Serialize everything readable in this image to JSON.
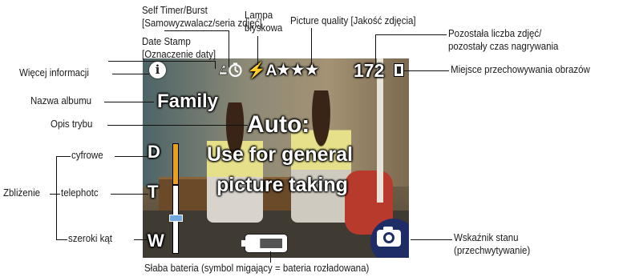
{
  "labels": {
    "self_timer": [
      "Self Timer/Burst",
      "[Samowyzwalacz/seria zdjęć]"
    ],
    "date_stamp": [
      "Date Stamp",
      "[Oznaczenie daty]"
    ],
    "more_info": "Więcej informacji",
    "flash": [
      "Lampa",
      "błyskowa"
    ],
    "quality": "Picture quality [Jakość zdjęcia]",
    "remaining": [
      "Pozostała liczba zdjęć/",
      "pozostały czas nagrywania"
    ],
    "storage": "Miejsce przechowywania obrazów",
    "album": "Nazwa albumu",
    "mode_desc": "Opis trybu",
    "digital": "cyfrowe",
    "zoom": "Zbliżenie",
    "telephoto": "telephotc",
    "wide": "szeroki kąt",
    "status": [
      "Wskaźnik stanu",
      "(przechwytywanie)"
    ],
    "battery": "Słaba bateria (symbol migający = bateria rozładowana)"
  },
  "screen": {
    "album_name": "Family",
    "mode_title": "Auto:",
    "mode_line1": "Use for general",
    "mode_line2": "picture taking",
    "picture_count": "172",
    "zoom_d": "D",
    "zoom_t": "T",
    "zoom_w": "W",
    "info_glyph": "i",
    "flash_glyph": "⚡A",
    "quality_glyph": "★★★"
  },
  "colors": {
    "zoom_digital": "#e8a020",
    "zoom_optical": "#ffffff",
    "zoom_marker": "#6fa8e0",
    "status_bg": "#1e2d66"
  }
}
